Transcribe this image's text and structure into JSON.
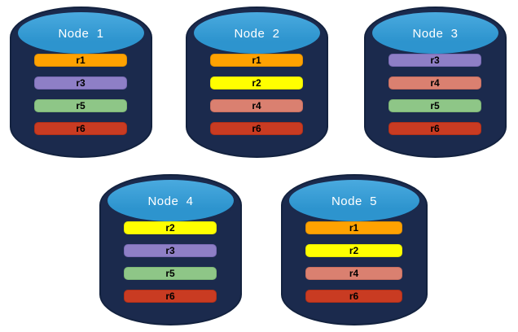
{
  "diagram": {
    "description": "Database nodes with replica placement",
    "background": "#FFFFFF",
    "cylinder_style": {
      "body_fill": "#1B2A4D",
      "body_border": "#13223F",
      "top_fill": "#2D94CE",
      "top_fill_light": "#4AAADF",
      "title_color": "#FFFFFF"
    },
    "replica_styles": {
      "r1": {
        "fill": "#FFA201",
        "border": "#E08E00",
        "text": "#000000"
      },
      "r2": {
        "fill": "#FFFF00",
        "border": "#E8E800",
        "text": "#000000"
      },
      "r3": {
        "fill": "#8E7FC6",
        "border": "#7A6BB5",
        "text": "#000000"
      },
      "r4": {
        "fill": "#DA8070",
        "border": "#C96F5F",
        "text": "#000000"
      },
      "r5": {
        "fill": "#8EC687",
        "border": "#7CB574",
        "text": "#000000"
      },
      "r6": {
        "fill": "#C93B22",
        "border": "#B03019",
        "text": "#000000"
      }
    },
    "nodes": [
      {
        "title": "Node  1",
        "replicas": [
          "r1",
          "r3",
          "r5",
          "r6"
        ]
      },
      {
        "title": "Node  2",
        "replicas": [
          "r1",
          "r2",
          "r4",
          "r6"
        ]
      },
      {
        "title": "Node  3",
        "replicas": [
          "r3",
          "r4",
          "r5",
          "r6"
        ]
      },
      {
        "title": "Node  4",
        "replicas": [
          "r2",
          "r3",
          "r5",
          "r6"
        ]
      },
      {
        "title": "Node  5",
        "replicas": [
          "r1",
          "r2",
          "r4",
          "r6"
        ]
      }
    ]
  }
}
